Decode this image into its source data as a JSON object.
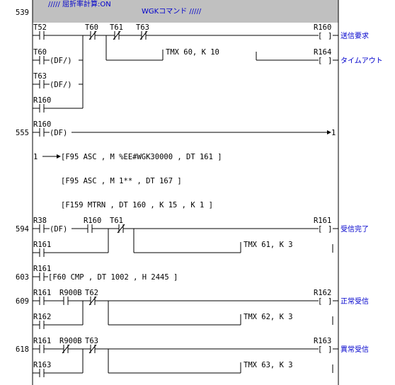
{
  "header": {
    "comment_line1": "/////  屈折率計算:ON",
    "comment_line2": "WGKコマンド    /////"
  },
  "steps": [
    "539",
    "555",
    "594",
    "603",
    "609",
    "618"
  ],
  "contacts": {
    "T52": "T52",
    "T60": "T60",
    "T61": "T61",
    "T63": "T63",
    "R160": "R160",
    "R38": "R38",
    "R161": "R161",
    "R162": "R162",
    "R163": "R163",
    "R900B": "R900B",
    "T62": "T62"
  },
  "coils": {
    "R160": "R160",
    "R164": "R164",
    "R161": "R161",
    "R162": "R162",
    "R163": "R163"
  },
  "df": "(DF)",
  "df_neg": "(DF/)",
  "timers": {
    "tmx60": "TMX    60,   K    10",
    "tmx61": "TMX    61,   K     3",
    "tmx62": "TMX    62,   K     3",
    "tmx63": "TMX    63,   K     3"
  },
  "jump_out": "1",
  "jump_in": "1",
  "instructions": {
    "f95_1": "[F95 ASC   , M  %EE#WGK30000 ,   DT 161  ]",
    "f95_2": "[F95 ASC   , M  1**          ,   DT 167  ]",
    "f159": "[F159 MTRN  ,  DT 160  ,   K 15    ,   K 1    ]",
    "f60": "[F60 CMP   ,   DT 1002 ,   H 2445  ]"
  },
  "comments": {
    "send_request": "送信要求",
    "timeout": "タイムアウト",
    "receive_done": "受信完了",
    "normal_receive": "正常受信",
    "abnormal_receive": "異常受信"
  },
  "colors": {
    "header_bg": "#c0c0c0",
    "comment": "#0000cc",
    "wire": "#000000"
  }
}
